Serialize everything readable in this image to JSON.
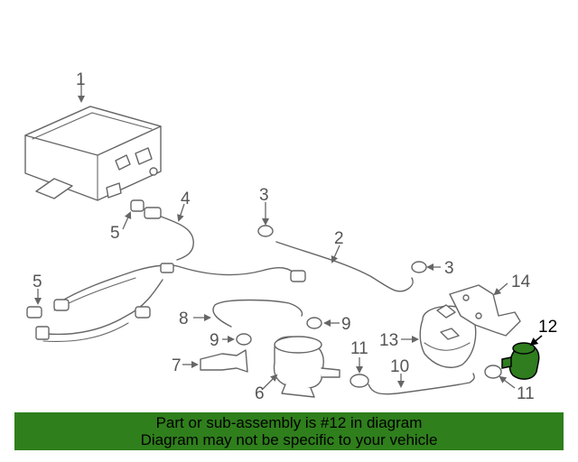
{
  "callouts": {
    "c1": "1",
    "c2": "2",
    "c3a": "3",
    "c3b": "3",
    "c4": "4",
    "c5a": "5",
    "c5b": "5",
    "c6": "6",
    "c7": "7",
    "c8": "8",
    "c9a": "9",
    "c9b": "9",
    "c10": "10",
    "c11a": "11",
    "c11b": "11",
    "c12": "12",
    "c13": "13",
    "c14": "14"
  },
  "highlight": {
    "part_number": "12",
    "fill_color": "#2f7d1f"
  },
  "banner": {
    "line1": "Part or sub-assembly is #12 in diagram",
    "line2": "Diagram may not be specific to your vehicle",
    "background": "#2f7f1c"
  }
}
